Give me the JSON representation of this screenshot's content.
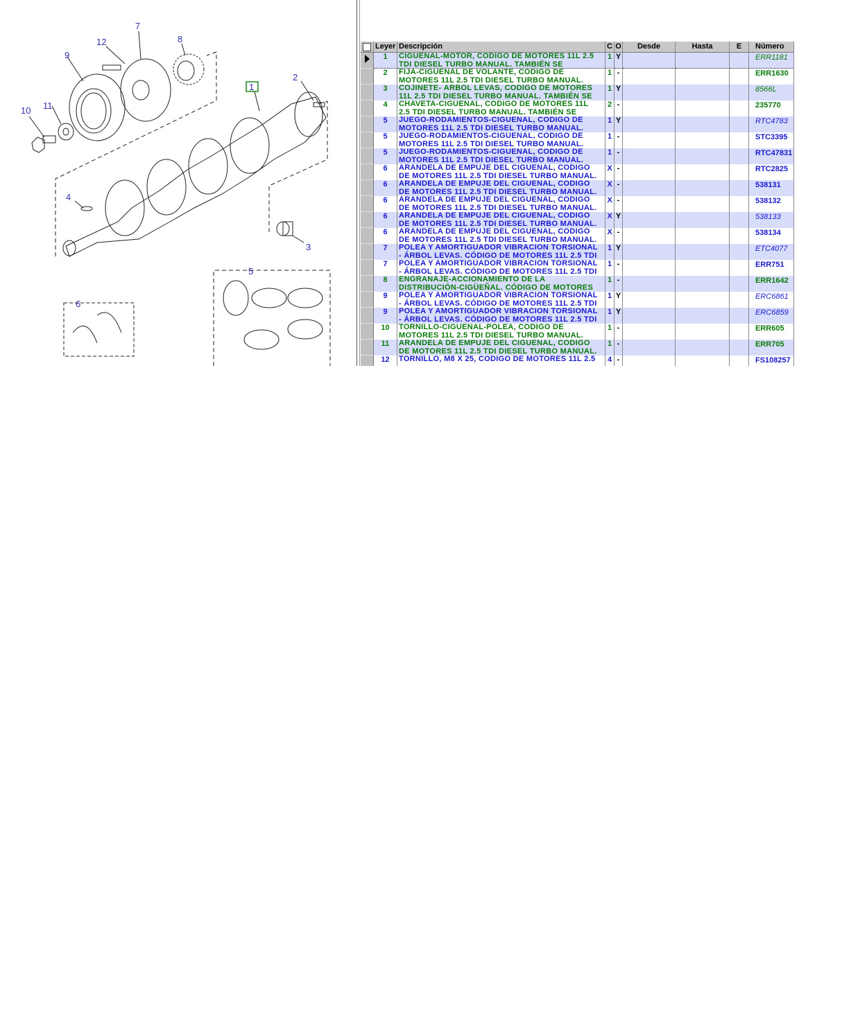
{
  "diagram": {
    "callouts": [
      "1",
      "2",
      "3",
      "4",
      "5",
      "6",
      "7",
      "8",
      "9",
      "10",
      "11",
      "12"
    ],
    "highlight_color": "#1a8a1a"
  },
  "grid": {
    "headers": {
      "leyenda": "Leyer",
      "descripcion": "Descripción",
      "c": "C",
      "o": "O",
      "desde": "Desde",
      "hasta": "Hasta",
      "e": "E",
      "numero": "Número"
    },
    "colors": {
      "green": "#0a7a0a",
      "blue": "#1a1ad0",
      "alt_row": "#d6dcfa"
    },
    "rows": [
      {
        "ley": "1",
        "l1": "CIGUEÑAL-MOTOR, CÓDIGO DE MOTORES 11L 2.5",
        "l2": "TDI DIESEL TURBO MANUAL. TAMBIÉN SE",
        "c": "1",
        "o": "Y",
        "num": "ERR1181",
        "color": "green",
        "italic": true,
        "current": true
      },
      {
        "ley": "2",
        "l1": "FIJA-CIGUEÑAL DE VOLANTE, CÓDIGO DE",
        "l2": "MOTORES 11L 2.5 TDI DIESEL TURBO MANUAL.",
        "c": "1",
        "o": "-",
        "num": "ERR1630",
        "color": "green",
        "italic": false
      },
      {
        "ley": "3",
        "l1": "COJINETE- ÁRBOL LEVAS, CÓDIGO DE MOTORES",
        "l2": "11L 2.5 TDI DIESEL TURBO MANUAL. TAMBIÉN SE",
        "c": "1",
        "o": "Y",
        "num": "8566L",
        "color": "green",
        "italic": true
      },
      {
        "ley": "4",
        "l1": "CHAVETA-CIGUEÑAL, CÓDIGO DE MOTORES 11L",
        "l2": "2.5 TDI DIESEL TURBO MANUAL. TAMBIÉN SE",
        "c": "2",
        "o": "-",
        "num": "235770",
        "color": "green",
        "italic": false
      },
      {
        "ley": "5",
        "l1": "JUEGO-RODAMIENTOS-CIGUEÑAL, CÓDIGO DE",
        "l2": "MOTORES 11L 2.5 TDI DIESEL TURBO MANUAL.",
        "c": "1",
        "o": "Y",
        "num": "RTC4783",
        "color": "blue",
        "italic": true
      },
      {
        "ley": "5",
        "l1": "JUEGO-RODAMIENTOS-CIGUEÑAL, CÓDIGO DE",
        "l2": "MOTORES 11L 2.5 TDI DIESEL TURBO MANUAL.",
        "c": "1",
        "o": "-",
        "num": "STC3395",
        "color": "blue",
        "italic": false
      },
      {
        "ley": "5",
        "l1": "JUEGO-RODAMIENTOS-CIGUEÑAL, CÓDIGO DE",
        "l2": "MOTORES 11L 2.5 TDI DIESEL TURBO MANUAL.",
        "c": "1",
        "o": "-",
        "num": "RTC47831",
        "color": "blue",
        "italic": false
      },
      {
        "ley": "6",
        "l1": "ARANDELA DE EMPUJE DEL CIGÜEÑAL, CÓDIGO",
        "l2": "DE MOTORES 11L 2.5 TDI DIESEL TURBO MANUAL.",
        "c": "X",
        "o": "-",
        "num": "RTC2825",
        "color": "blue",
        "italic": false
      },
      {
        "ley": "6",
        "l1": "ARANDELA DE EMPUJE DEL CIGÜEÑAL, CÓDIGO",
        "l2": "DE MOTORES 11L 2.5 TDI DIESEL TURBO MANUAL.",
        "c": "X",
        "o": "-",
        "num": "538131",
        "color": "blue",
        "italic": false
      },
      {
        "ley": "6",
        "l1": "ARANDELA DE EMPUJE DEL CIGÜEÑAL, CÓDIGO",
        "l2": "DE MOTORES 11L 2.5 TDI DIESEL TURBO MANUAL.",
        "c": "X",
        "o": "-",
        "num": "538132",
        "color": "blue",
        "italic": false
      },
      {
        "ley": "6",
        "l1": "ARANDELA DE EMPUJE DEL CIGÜEÑAL, CÓDIGO",
        "l2": "DE MOTORES 11L 2.5 TDI DIESEL TURBO MANUAL.",
        "c": "X",
        "o": "Y",
        "num": "538133",
        "color": "blue",
        "italic": true
      },
      {
        "ley": "6",
        "l1": "ARANDELA DE EMPUJE DEL CIGÜEÑAL, CÓDIGO",
        "l2": "DE MOTORES 11L 2.5 TDI DIESEL TURBO MANUAL.",
        "c": "X",
        "o": "-",
        "num": "538134",
        "color": "blue",
        "italic": false
      },
      {
        "ley": "7",
        "l1": "POLEA Y AMORTIGUADOR VIBRACIÓN TORSIONAL",
        "l2": "- ÁRBOL LEVAS. CÓDIGO DE MOTORES 11L 2.5 TDI",
        "c": "1",
        "o": "Y",
        "num": "ETC4077",
        "color": "blue",
        "italic": true
      },
      {
        "ley": "7",
        "l1": "POLEA Y AMORTIGUADOR VIBRACIÓN TORSIONAL",
        "l2": "- ÁRBOL LEVAS. CÓDIGO DE MOTORES 11L 2.5 TDI",
        "c": "1",
        "o": "-",
        "num": "ERR751",
        "color": "blue",
        "italic": false
      },
      {
        "ley": "8",
        "l1": "ENGRANAJE-ACCIONAMIENTO DE LA",
        "l2": "DISTRIBUCIÓN-CIGÜEÑAL. CÓDIGO DE MOTORES",
        "c": "1",
        "o": "-",
        "num": "ERR1642",
        "color": "green",
        "italic": false
      },
      {
        "ley": "9",
        "l1": "POLEA Y AMORTIGUADOR VIBRACIÓN TORSIONAL",
        "l2": "- ÁRBOL LEVAS. CÓDIGO DE MOTORES 11L 2.5 TDI",
        "c": "1",
        "o": "Y",
        "num": "ERC6861",
        "color": "blue",
        "italic": true
      },
      {
        "ley": "9",
        "l1": "POLEA Y AMORTIGUADOR VIBRACIÓN TORSIONAL",
        "l2": "- ÁRBOL LEVAS. CÓDIGO DE MOTORES 11L 2.5 TDI",
        "c": "1",
        "o": "Y",
        "num": "ERC6859",
        "color": "blue",
        "italic": true
      },
      {
        "ley": "10",
        "l1": "TORNILLO-CIGÜEÑAL-POLEA, CÓDIGO DE",
        "l2": "MOTORES 11L 2.5 TDI DIESEL TURBO MANUAL.",
        "c": "1",
        "o": "-",
        "num": "ERR605",
        "color": "green",
        "italic": false
      },
      {
        "ley": "11",
        "l1": "ARANDELA DE EMPUJE DEL CIGÜEÑAL, CÓDIGO",
        "l2": "DE MOTORES 11L 2.5 TDI DIESEL TURBO MANUAL.",
        "c": "1",
        "o": "-",
        "num": "ERR705",
        "color": "green",
        "italic": false
      },
      {
        "ley": "12",
        "l1": "TORNILLO, M8 X 25, CÓDIGO DE MOTORES 11L 2.5",
        "l2": "",
        "c": "4",
        "o": "-",
        "num": "FS108257",
        "color": "blue",
        "italic": false
      }
    ]
  }
}
